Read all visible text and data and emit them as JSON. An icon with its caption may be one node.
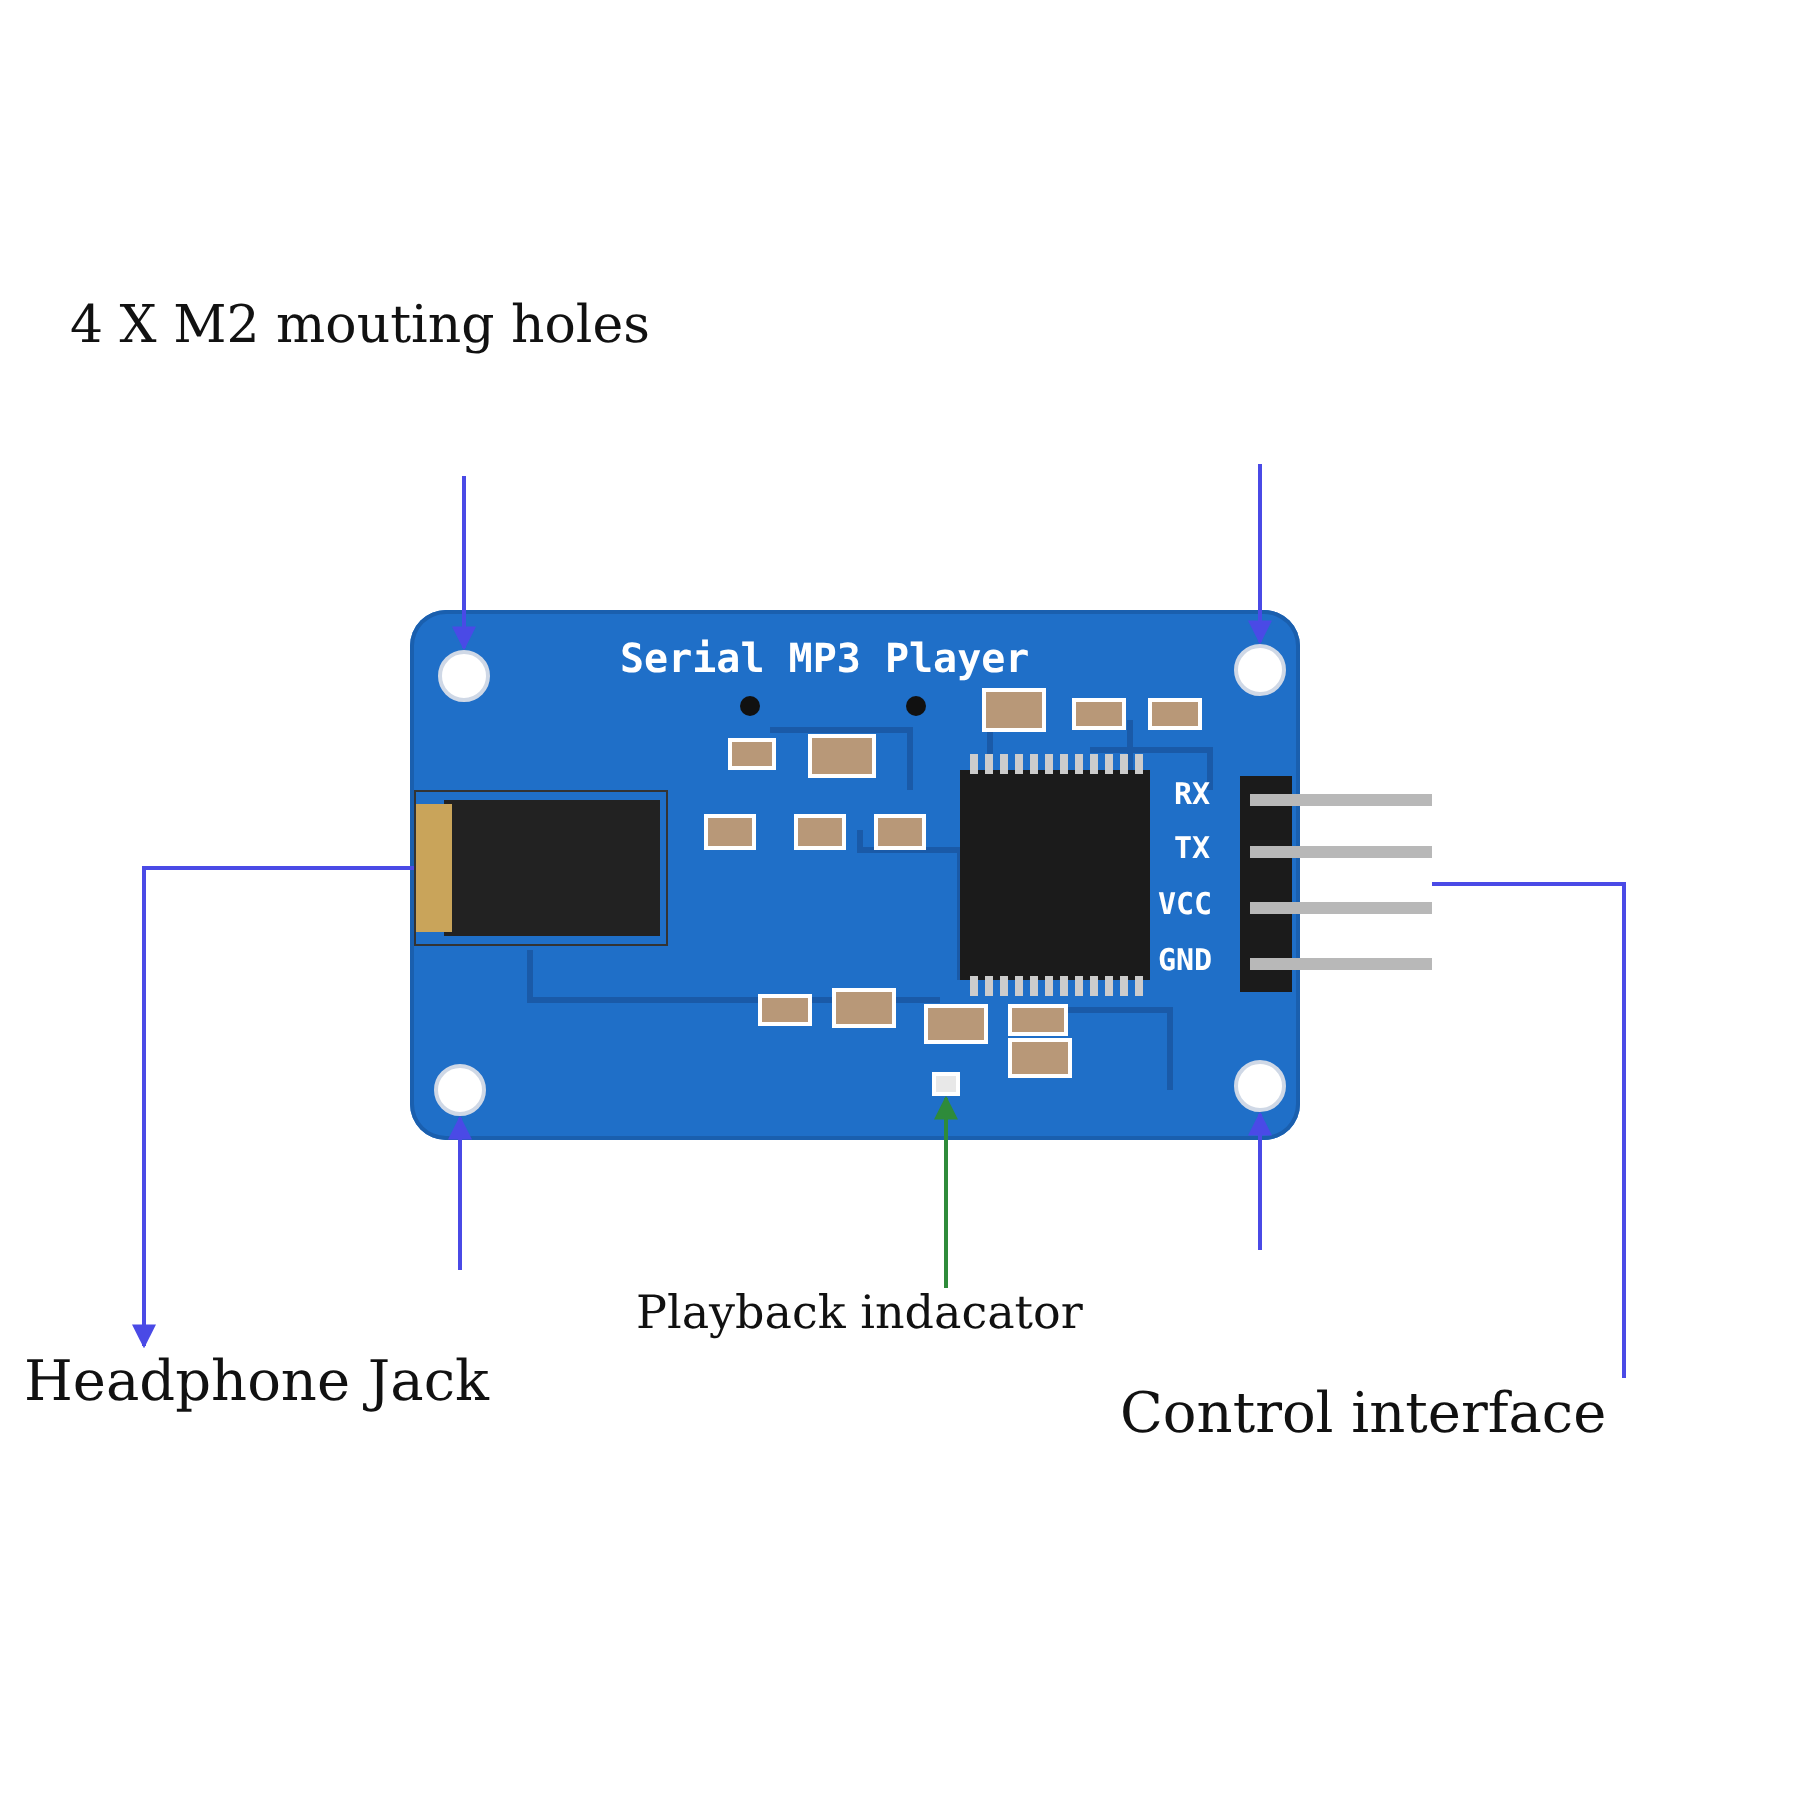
{
  "diagram": {
    "nodes": [
      {
        "text": [
          "4 X M2 mouting holes"
        ]
      },
      {
        "text": [],
        "shape": "picture"
      },
      {
        "text": [],
        "shape": "circle",
        "in": 1
      },
      {
        "text": [],
        "shape": "circle",
        "in": 1
      },
      {
        "text": [],
        "shape": "circle",
        "in": 1
      },
      {
        "text": [],
        "shape": "circle",
        "in": 1
      },
      {
        "text": [],
        "shape": "box",
        "in": 1
      },
      {
        "text": [],
        "shape": "box",
        "in": 1
      },
      {
        "text": [],
        "shape": "picture"
      },
      {
        "text": [
          "Headphone Jack"
        ]
      },
      {
        "text": [
          "Playback indacator"
        ]
      },
      {
        "text": [
          "Control interface"
        ]
      }
    ],
    "edges": [
      {
        "from": null,
        "to": 2,
        "arrow": "to"
      },
      {
        "from": null,
        "to": 3,
        "arrow": "to"
      },
      {
        "from": null,
        "to": 4,
        "arrow": "to"
      },
      {
        "from": null,
        "to": 5,
        "arrow": "to"
      },
      {
        "from": 6,
        "to": 9,
        "arrow": "to"
      },
      {
        "from": 10,
        "to": 7,
        "arrow": "to",
        "color": "#2e8b3a"
      },
      {
        "from": 8,
        "to": 11,
        "arrow": "none"
      }
    ],
    "labels": [
      "Serial MP3 Player",
      "RX",
      "TX",
      "VCC",
      "GND"
    ]
  }
}
